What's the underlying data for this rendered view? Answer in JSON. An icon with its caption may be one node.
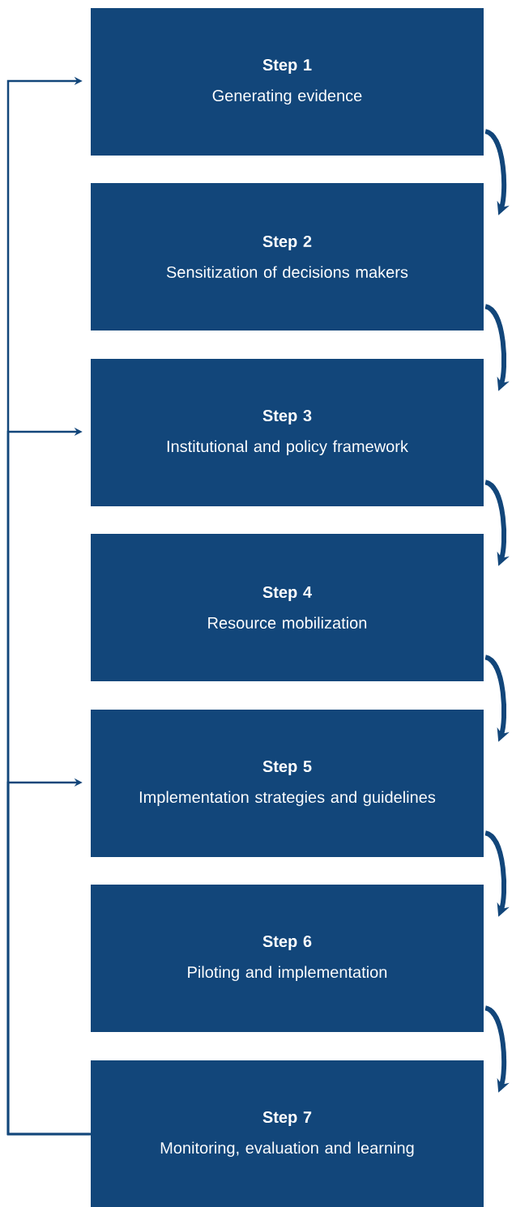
{
  "diagram": {
    "nodes": [
      {
        "text": [
          "Step 1",
          "Generating evidence"
        ]
      },
      {
        "text": [
          "Step 2",
          "Sensitization of decisions makers"
        ]
      },
      {
        "text": [
          "Step 3",
          "Institutional and policy framework"
        ]
      },
      {
        "text": [
          "Step 4",
          "Resource mobilization"
        ]
      },
      {
        "text": [
          "Step 5",
          "Implementation strategies and guidelines"
        ]
      },
      {
        "text": [
          "Step 6",
          "Piloting and implementation"
        ]
      },
      {
        "text": [
          "Step 7",
          "Monitoring, evaluation and learning"
        ]
      }
    ],
    "edges": [
      {
        "from": 0,
        "to": 1,
        "arrow": "to"
      },
      {
        "from": 1,
        "to": 2,
        "arrow": "to"
      },
      {
        "from": 2,
        "to": 3,
        "arrow": "to"
      },
      {
        "from": 3,
        "to": 4,
        "arrow": "to"
      },
      {
        "from": 4,
        "to": 5,
        "arrow": "to"
      },
      {
        "from": 5,
        "to": 6,
        "arrow": "to"
      },
      {
        "from": 6,
        "to": 0,
        "arrow": "to"
      },
      {
        "from": 6,
        "to": 2,
        "arrow": "to"
      },
      {
        "from": 6,
        "to": 4,
        "arrow": "to"
      }
    ]
  }
}
